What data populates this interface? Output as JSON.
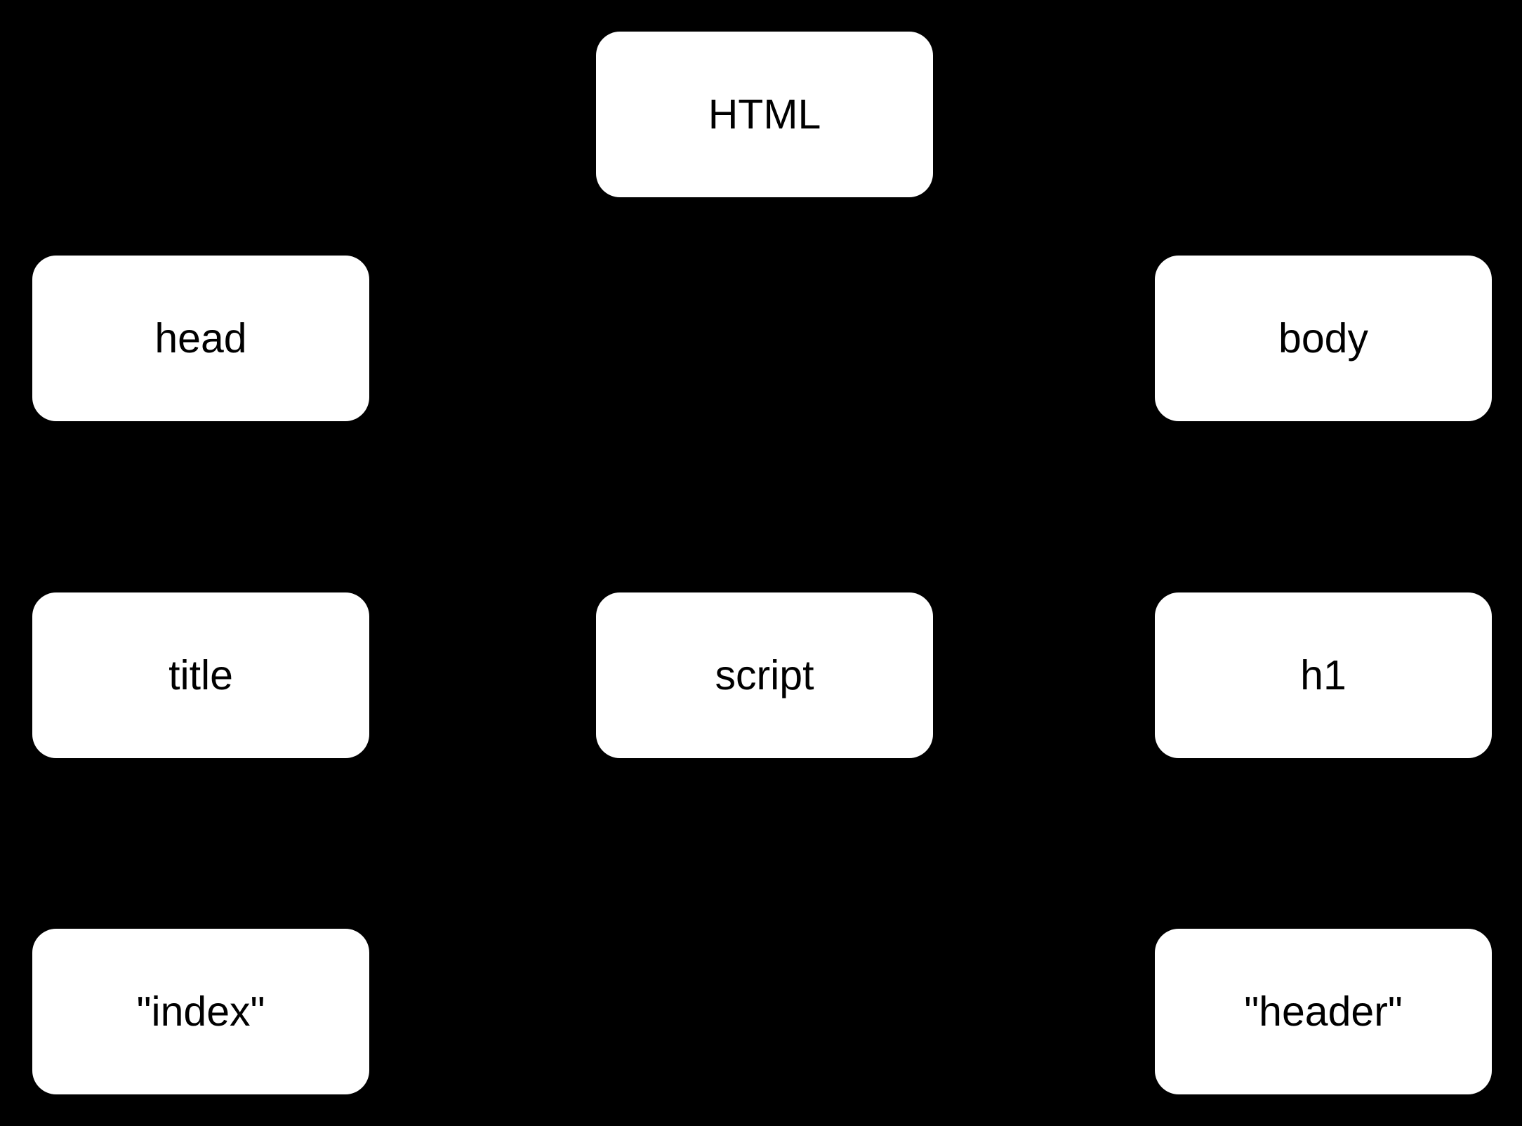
{
  "diagram": {
    "description": "DOM tree of an HTML document",
    "background_color": "#000000",
    "node_fill_color": "#ffffff",
    "node_text_color": "#000000",
    "nodes": [
      {
        "id": "html",
        "label": "HTML",
        "row": 1,
        "column": "center"
      },
      {
        "id": "head",
        "label": "head",
        "row": 2,
        "column": "left"
      },
      {
        "id": "body",
        "label": "body",
        "row": 2,
        "column": "right"
      },
      {
        "id": "title",
        "label": "title",
        "row": 3,
        "column": "left"
      },
      {
        "id": "script",
        "label": "script",
        "row": 3,
        "column": "center"
      },
      {
        "id": "h1",
        "label": "h1",
        "row": 3,
        "column": "right"
      },
      {
        "id": "index-string",
        "label": "\"index\"",
        "row": 4,
        "column": "left"
      },
      {
        "id": "header-string",
        "label": "\"header\"",
        "row": 4,
        "column": "right"
      }
    ]
  }
}
